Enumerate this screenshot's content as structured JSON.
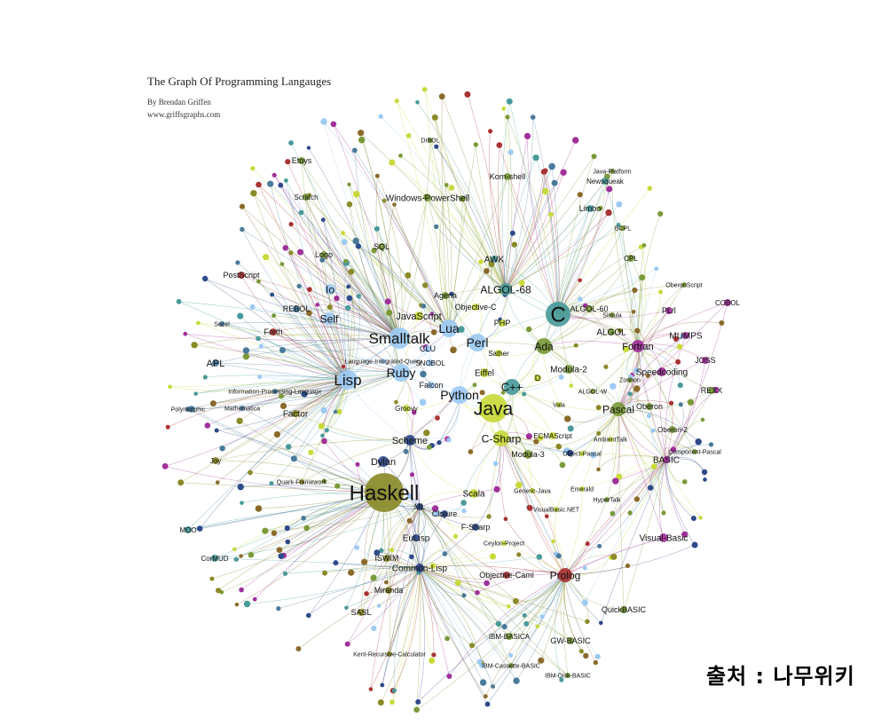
{
  "header": {
    "title": "The Graph Of Programming Langauges",
    "byline": "By Brendan Griffen",
    "site": "www.griffsgraphs.com"
  },
  "watermark": {
    "text": "출처 : 나무위키"
  },
  "colors": {
    "green": "#7a9a3a",
    "lime": "#c8da3a",
    "lightblue": "#9ccaf3",
    "teal": "#4a9a9a",
    "olive": "#8a8a28",
    "navy": "#2e4a8a",
    "maroon": "#a83232",
    "purple": "#a0309a",
    "slate": "#4a7a9a",
    "brown": "#8a6a2a"
  },
  "nodes": [
    {
      "label": "Haskell",
      "color": "olive"
    },
    {
      "label": "Java",
      "color": "lime"
    },
    {
      "label": "C",
      "color": "teal"
    },
    {
      "label": "Smalltalk",
      "color": "lightblue"
    },
    {
      "label": "Lisp",
      "color": "lightblue"
    },
    {
      "label": "Lua",
      "color": "lightblue"
    },
    {
      "label": "Perl",
      "color": "lightblue"
    },
    {
      "label": "Ruby",
      "color": "lightblue"
    },
    {
      "label": "Python",
      "color": "lightblue"
    },
    {
      "label": "C++",
      "color": "teal"
    },
    {
      "label": "C-Sharp",
      "color": "lime"
    },
    {
      "label": "Ada",
      "color": "green"
    },
    {
      "label": "Pascal",
      "color": "green"
    },
    {
      "label": "ALGOL-68",
      "color": "teal"
    },
    {
      "label": "Fortran",
      "color": "purple"
    },
    {
      "label": "Prolog",
      "color": "maroon"
    },
    {
      "label": "Scheme",
      "color": "navy"
    },
    {
      "label": "Dylan",
      "color": "navy"
    },
    {
      "label": "Self",
      "color": "lightblue"
    },
    {
      "label": "Io",
      "color": "lightblue"
    },
    {
      "label": "JavaScript",
      "color": "lime"
    },
    {
      "label": "Scala",
      "color": "lime"
    },
    {
      "label": "Eiffel",
      "color": "lime"
    },
    {
      "label": "Modula-2",
      "color": "green"
    },
    {
      "label": "Modula-3",
      "color": "green"
    },
    {
      "label": "Speedcoding",
      "color": "purple"
    },
    {
      "label": "ALGOL",
      "color": "green"
    },
    {
      "label": "ALGOL-60",
      "color": "green"
    },
    {
      "label": "MUMPS",
      "color": "purple"
    },
    {
      "label": "Visual-Basic",
      "color": "purple"
    },
    {
      "label": "BASIC",
      "color": "purple"
    },
    {
      "label": "Windows-PowerShell",
      "color": "green"
    },
    {
      "label": "Korn-shell",
      "color": "green"
    },
    {
      "label": "AWK",
      "color": "teal"
    },
    {
      "label": "Common-Lisp",
      "color": "navy"
    },
    {
      "label": "EuLisp",
      "color": "navy"
    },
    {
      "label": "ISWIM",
      "color": "olive"
    },
    {
      "label": "Objective-C",
      "color": "lime"
    },
    {
      "label": "Objective-Caml",
      "color": "maroon"
    },
    {
      "label": "F-Sharp",
      "color": "navy"
    },
    {
      "label": "Clojure",
      "color": "navy"
    },
    {
      "label": "ML",
      "color": "navy"
    },
    {
      "label": "APL",
      "color": "slate"
    },
    {
      "label": "Factor",
      "color": "olive"
    },
    {
      "label": "Forth",
      "color": "maroon"
    },
    {
      "label": "PostScript",
      "color": "maroon"
    },
    {
      "label": "Logo",
      "color": "green"
    },
    {
      "label": "Etoys",
      "color": "green"
    },
    {
      "label": "REBOL",
      "color": "slate"
    },
    {
      "label": "CLU",
      "color": "lightblue"
    },
    {
      "label": "Falcon",
      "color": "lightblue"
    },
    {
      "label": "PHP",
      "color": "lime"
    },
    {
      "label": "Oberon",
      "color": "green"
    },
    {
      "label": "Oberon-2",
      "color": "green"
    },
    {
      "label": "REXX",
      "color": "green"
    },
    {
      "label": "JOSS",
      "color": "purple"
    },
    {
      "label": "PL/I",
      "color": "purple"
    },
    {
      "label": "COBOL",
      "color": "purple"
    },
    {
      "label": "QuickBASIC",
      "color": "green"
    },
    {
      "label": "GW-BASIC",
      "color": "green"
    },
    {
      "label": "IBM-BASICA",
      "color": "green"
    },
    {
      "label": "Miranda",
      "color": "olive"
    },
    {
      "label": "SASL",
      "color": "olive"
    },
    {
      "label": "Limbo",
      "color": "teal"
    },
    {
      "label": "Newsqueak",
      "color": "teal"
    },
    {
      "label": "SQL",
      "color": "green"
    },
    {
      "label": "Agena",
      "color": "green"
    },
    {
      "label": "Scratch",
      "color": "green"
    },
    {
      "label": "ECMAScript",
      "color": "lime"
    },
    {
      "label": "SNOBOL",
      "color": "lightblue"
    },
    {
      "label": "Groovy",
      "color": "lime"
    },
    {
      "label": "Sather",
      "color": "lime"
    },
    {
      "label": "D",
      "color": "lime"
    },
    {
      "label": "Joy",
      "color": "olive"
    },
    {
      "label": "CorMUD",
      "color": "teal"
    },
    {
      "label": "MOO",
      "color": "teal"
    },
    {
      "label": "Java-Platform",
      "color": "green"
    },
    {
      "label": "BCPL",
      "color": "green"
    },
    {
      "label": "CPL",
      "color": "green"
    },
    {
      "label": "Mathematica",
      "color": "slate"
    },
    {
      "label": "Language-Integrated-Query",
      "color": "lightblue"
    },
    {
      "label": "Information-Processing-Language",
      "color": "slate"
    },
    {
      "label": "Object-Pascal",
      "color": "lime"
    },
    {
      "label": "VisualBasic.NET",
      "color": "lime"
    },
    {
      "label": "HyperTalk",
      "color": "green"
    },
    {
      "label": "Kent-Recursive-Calculator",
      "color": "olive"
    },
    {
      "label": "IBM-Cassette-BASIC",
      "color": "green"
    },
    {
      "label": "IBM-Disk-BASIC",
      "color": "green"
    },
    {
      "label": "Generic-Java",
      "color": "lime"
    },
    {
      "label": "Emerald",
      "color": "lime"
    },
    {
      "label": "Ceylon-Project",
      "color": "lime"
    },
    {
      "label": "Quark-Framework",
      "color": "olive"
    },
    {
      "label": "Sozel",
      "color": "slate"
    },
    {
      "label": "Vala",
      "color": "lime"
    },
    {
      "label": "Zonnon",
      "color": "green"
    },
    {
      "label": "AmbientTalk",
      "color": "lime"
    },
    {
      "label": "Polymorphic",
      "color": "slate"
    },
    {
      "label": "Simula",
      "color": "green"
    },
    {
      "label": "OberonScript",
      "color": "green"
    },
    {
      "label": "Component-Pascal",
      "color": "green"
    },
    {
      "label": "ALGOL-W",
      "color": "green"
    },
    {
      "label": "DIBOL",
      "color": "green"
    }
  ]
}
